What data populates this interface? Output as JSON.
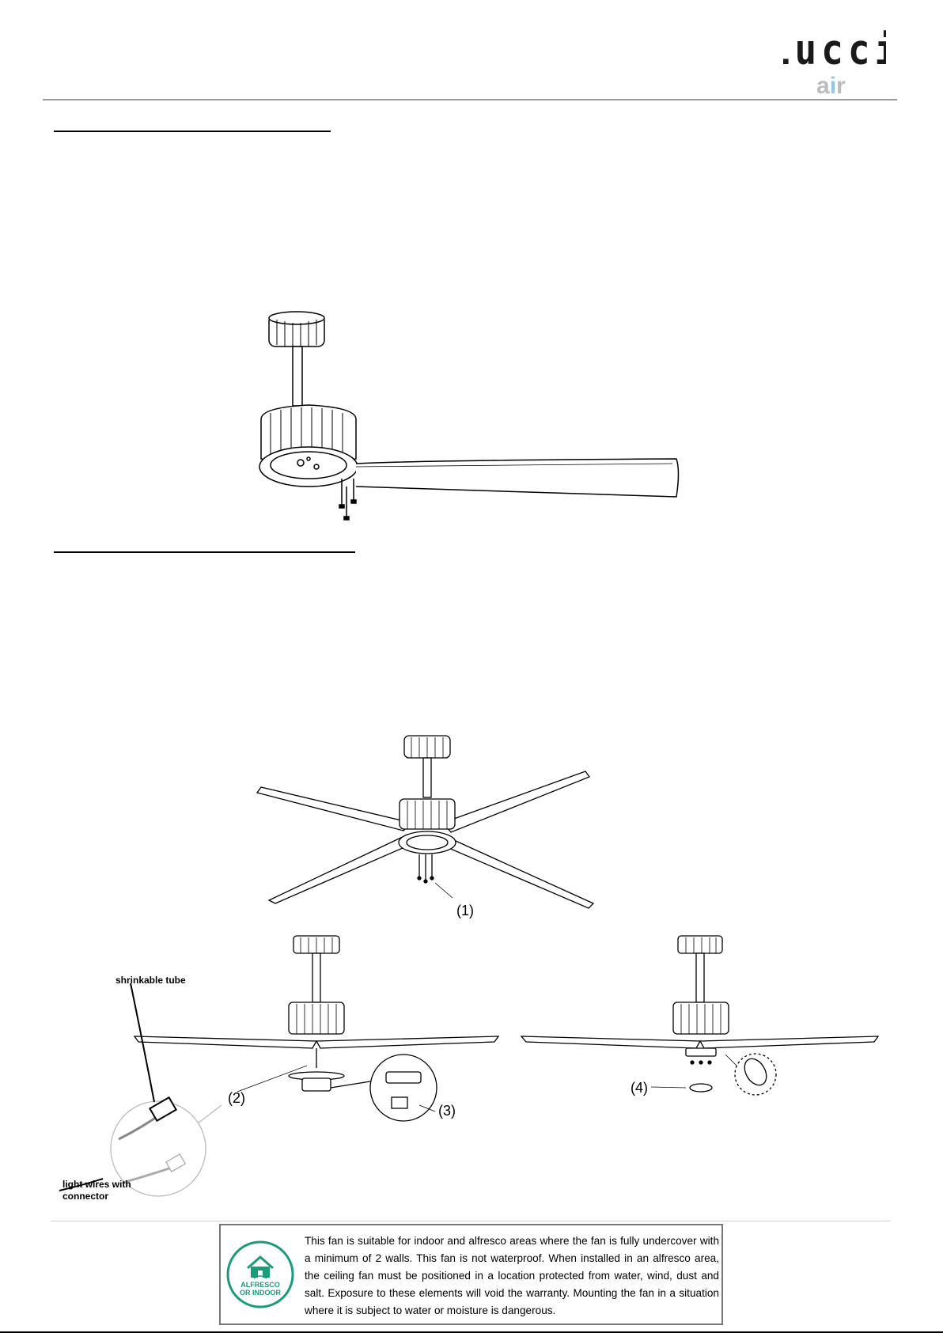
{
  "brand": {
    "name": "Lucci",
    "sub": "air",
    "sub_a": "a",
    "sub_i": "i",
    "sub_r": "r"
  },
  "colors": {
    "brand_text": "#1a1a1a",
    "air_grey": "#b9bcc0",
    "air_blue": "#8ec9e6",
    "badge_green": "#1a9b7c",
    "rule_grey": "#9a9a9a"
  },
  "figures": {
    "callouts": {
      "c1": "(1)",
      "c2": "(2)",
      "c3": "(3)",
      "c4": "(4)"
    },
    "labels": {
      "shrinkable_tube": "shrinkable tube",
      "light_wires_1": "light wires with",
      "light_wires_2": "connector"
    }
  },
  "notice": {
    "badge_line1": "ALFRESCO",
    "badge_line2": "OR INDOOR",
    "text": "This fan is suitable for indoor and alfresco areas where the fan is fully undercover with a minimum of 2 walls. This fan is not waterproof. When installed in an alfresco area, the ceiling fan must be positioned in a location protected from water, wind, dust and salt. Exposure to these elements will void the warranty. Mounting the fan in a situation where it is subject to water or moisture is dangerous."
  }
}
